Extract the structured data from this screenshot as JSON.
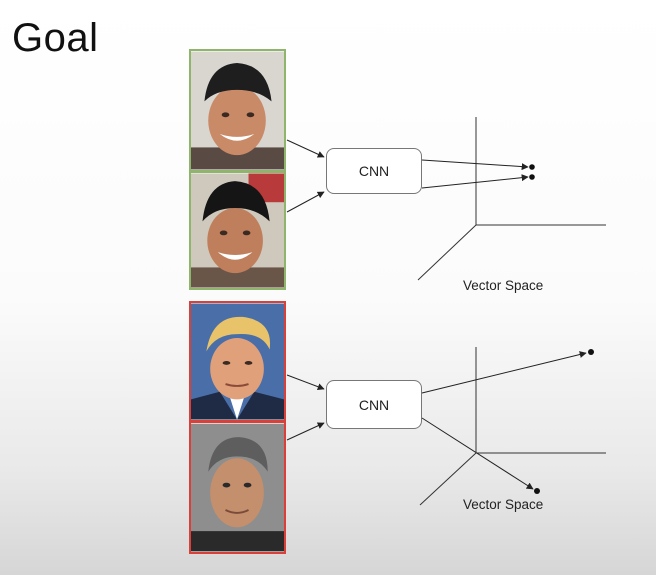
{
  "slide": {
    "title": "Goal"
  },
  "pairs": [
    {
      "match": true,
      "frame_color": "#8fb46b",
      "cnn_label": "CNN",
      "space_label": "Vector Space",
      "faces": [
        "face-with-black-beanie",
        "face-with-black-beanie"
      ]
    },
    {
      "match": false,
      "frame_color": "#d9403a",
      "cnn_label": "CNN",
      "space_label": "Vector Space",
      "faces": [
        "face-with-blond-hair",
        "face-with-gray-hair"
      ]
    }
  ]
}
